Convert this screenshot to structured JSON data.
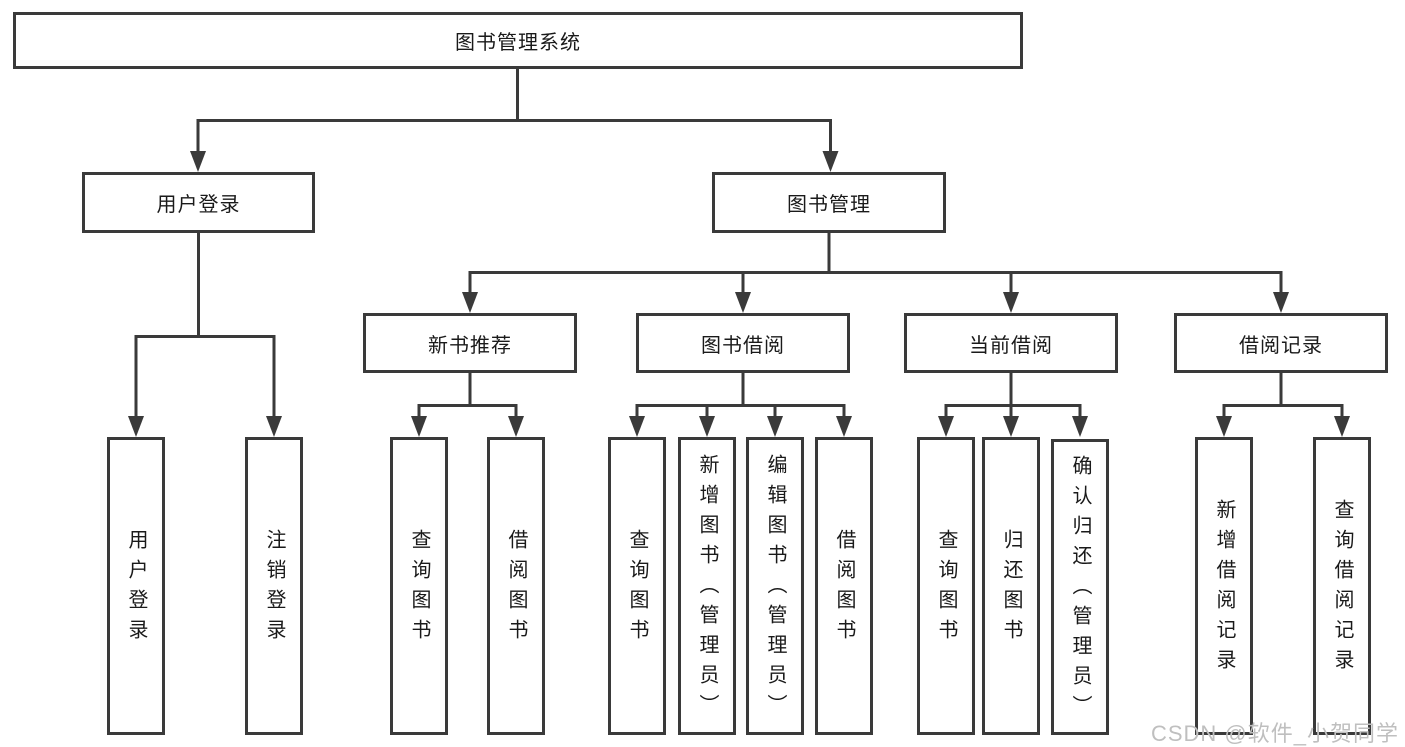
{
  "diagram": {
    "root": {
      "label": "图书管理系统"
    },
    "user_login": {
      "label": "用户登录",
      "children": {
        "login": "用户登录",
        "logout": "注销登录"
      }
    },
    "book_mgmt": {
      "label": "图书管理",
      "children": {
        "new_book_rec": {
          "label": "新书推荐",
          "children": {
            "query_book": "查询图书",
            "borrow_book": "借阅图书"
          }
        },
        "book_borrow": {
          "label": "图书借阅",
          "children": {
            "query_book": "查询图书",
            "add_book": "新增图书（管理员）",
            "edit_book": "编辑图书（管理员）",
            "borrow_book": "借阅图书"
          }
        },
        "current_borrow": {
          "label": "当前借阅",
          "children": {
            "query_book": "查询图书",
            "return_book": "归还图书",
            "confirm_return": "确认归还（管理员）"
          }
        },
        "borrow_records": {
          "label": "借阅记录",
          "children": {
            "add_record": "新增借阅记录",
            "query_record": "查询借阅记录"
          }
        }
      }
    }
  },
  "watermark": {
    "text": "CSDN @软件_小贺同学"
  },
  "colors": {
    "line": "#3a3a3a",
    "border": "#3a3a3a",
    "fill": "#ffffff",
    "ink": "#1a1a1a",
    "watermark": "#bfbfbf"
  }
}
